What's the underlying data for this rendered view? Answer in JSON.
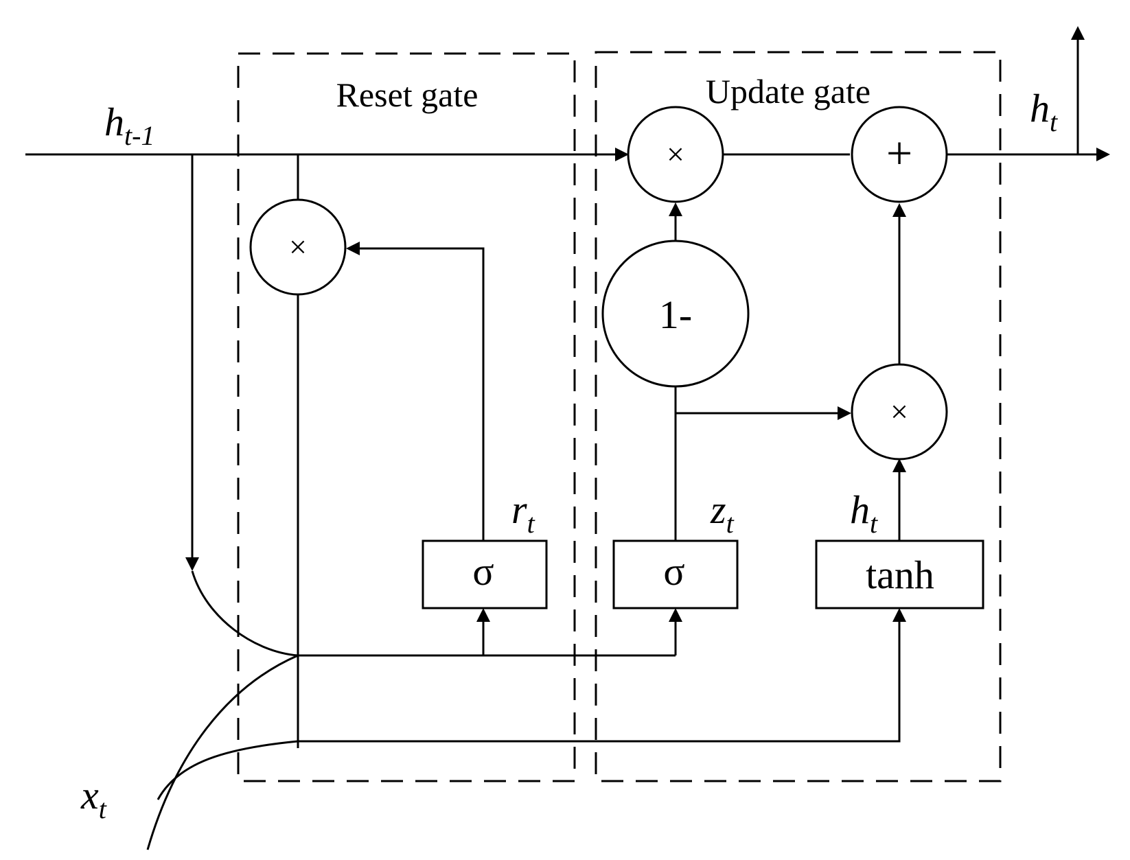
{
  "labels": {
    "reset_gate": "Reset gate",
    "update_gate": "Update gate"
  },
  "variables": {
    "h_prev": {
      "base": "h",
      "sub": "t-1"
    },
    "h_out": {
      "base": "h",
      "sub": "t"
    },
    "h_cand": {
      "base": "h",
      "sub": "t"
    },
    "x_in": {
      "base": "x",
      "sub": "t"
    },
    "r": {
      "base": "r",
      "sub": "t"
    },
    "z": {
      "base": "z",
      "sub": "t"
    }
  },
  "nodes": {
    "reset_mult": "×",
    "update_mult_top": "×",
    "update_add": "+",
    "one_minus": "1-",
    "update_mult_bottom": "×",
    "sigma_reset": "σ",
    "sigma_update": "σ",
    "tanh": "tanh"
  }
}
